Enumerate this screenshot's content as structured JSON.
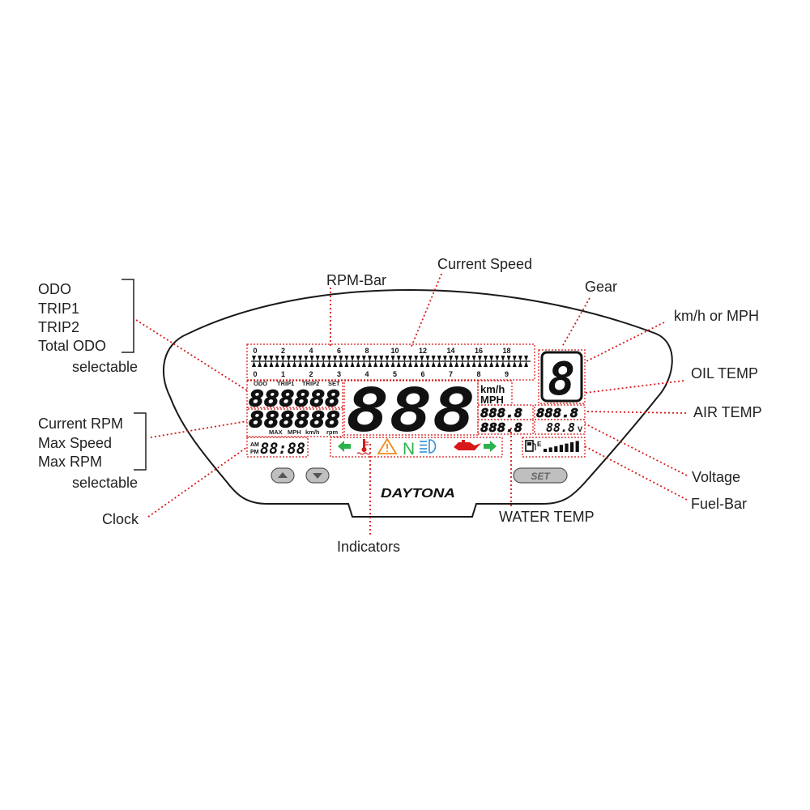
{
  "labels": {
    "rpm_bar": "RPM-Bar",
    "current_speed": "Current Speed",
    "gear": "Gear",
    "kmh_or_mph": "km/h or MPH",
    "oil_temp": "OIL TEMP",
    "air_temp": "AIR TEMP",
    "voltage": "Voltage",
    "fuel_bar": "Fuel-Bar",
    "water_temp": "WATER TEMP",
    "indicators": "Indicators",
    "clock": "Clock",
    "odo_group": [
      "ODO",
      "TRIP1",
      "TRIP2",
      "Total ODO"
    ],
    "odo_selectable": "selectable",
    "rpm_group": [
      "Current RPM",
      "Max Speed",
      "Max RPM"
    ],
    "rpm_selectable": "selectable"
  },
  "dash": {
    "rpm_top_ticks": [
      "0",
      "2",
      "4",
      "6",
      "8",
      "10",
      "12",
      "14",
      "16",
      "18"
    ],
    "rpm_bottom_ticks": [
      "0",
      "1",
      "2",
      "3",
      "4",
      "5",
      "6",
      "7",
      "8",
      "9"
    ],
    "odo_tags": [
      "ODO",
      "TRIP1",
      "TRIP2",
      "SET"
    ],
    "odo_digits": "888888",
    "rpm_digits": "888888",
    "unit_tags": [
      "MAX",
      "MPH",
      "km/h",
      "rpm"
    ],
    "speed_digits": "888",
    "speed_unit_kmh": "km/h",
    "speed_unit_mph": "MPH",
    "gear_digit": "8",
    "oil_temp_digits": "888.8",
    "water_temp_digits": "888.8",
    "air_temp_digits": "888.8",
    "voltage_digits": "88.8",
    "voltage_unit": "V",
    "clock_am": "AM",
    "clock_pm": "PM",
    "clock_digits": "88:88",
    "fuel_letter": "E",
    "set_button": "SET",
    "brand": "DAYTONA",
    "indicator_icons": [
      "left-arrow-icon",
      "water-temp-icon",
      "warning-icon",
      "neutral-icon",
      "headlight-icon",
      "oil-can-icon",
      "right-arrow-icon"
    ],
    "neutral_letter": "N"
  },
  "colors": {
    "callout": "#d81818",
    "turn_signal": "#2bb24c",
    "warning": "#f08a1c",
    "neutral": "#2bb24c",
    "headlight": "#2f8fd6",
    "oil": "#d81818",
    "water_temp": "#d81818"
  }
}
